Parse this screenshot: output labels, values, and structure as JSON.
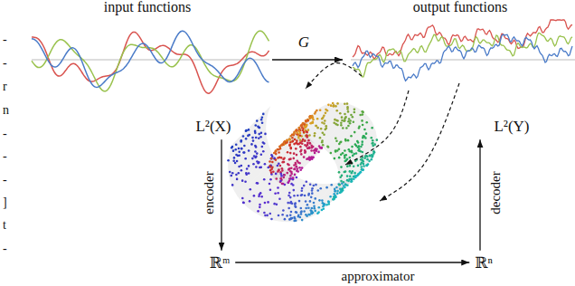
{
  "diagram": {
    "nodes": [
      {
        "text": [
          "input functions"
        ]
      },
      {
        "text": [
          "output functions"
        ]
      },
      {
        "text": [
          "L²(X)"
        ]
      },
      {
        "text": [
          "ℝᵐ"
        ]
      },
      {
        "text": [
          "ℝⁿ"
        ]
      },
      {
        "text": [
          "L²(Y)"
        ]
      }
    ],
    "edges": [
      {
        "from": 0,
        "to": 1,
        "arrow": "to",
        "label": "G"
      },
      {
        "from": 2,
        "to": 3,
        "arrow": "to",
        "label": "encoder"
      },
      {
        "from": 3,
        "to": 4,
        "arrow": "to",
        "label": "approximator"
      },
      {
        "from": 4,
        "to": 5,
        "arrow": "to",
        "label": "decoder"
      }
    ],
    "labels": [
      "-",
      "-",
      "r",
      "n",
      "-",
      "-",
      "-",
      "]",
      "t",
      "-"
    ]
  }
}
